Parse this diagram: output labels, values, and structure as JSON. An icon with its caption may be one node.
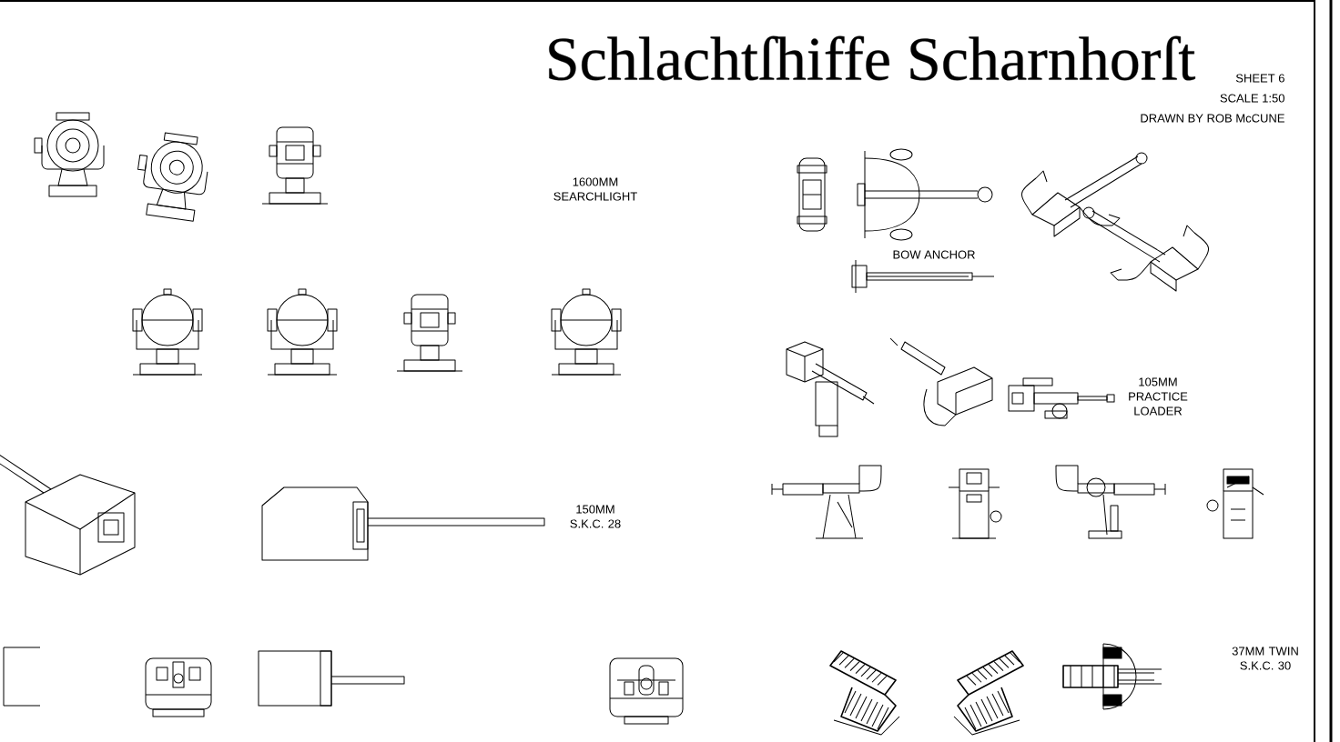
{
  "diagram": {
    "title": "Schlachtſhiffe Scharnhorſt",
    "labels": [
      "SHEET 6",
      "SCALE 1:50",
      "DRAWN BY ROB McCUNE",
      "1600MM SEARCHLIGHT",
      "BOW ANCHOR",
      "105MM PRACTICE LOADER",
      "150MM S.K.C. 28",
      "37MM TWIN S.K.C. 30"
    ]
  }
}
